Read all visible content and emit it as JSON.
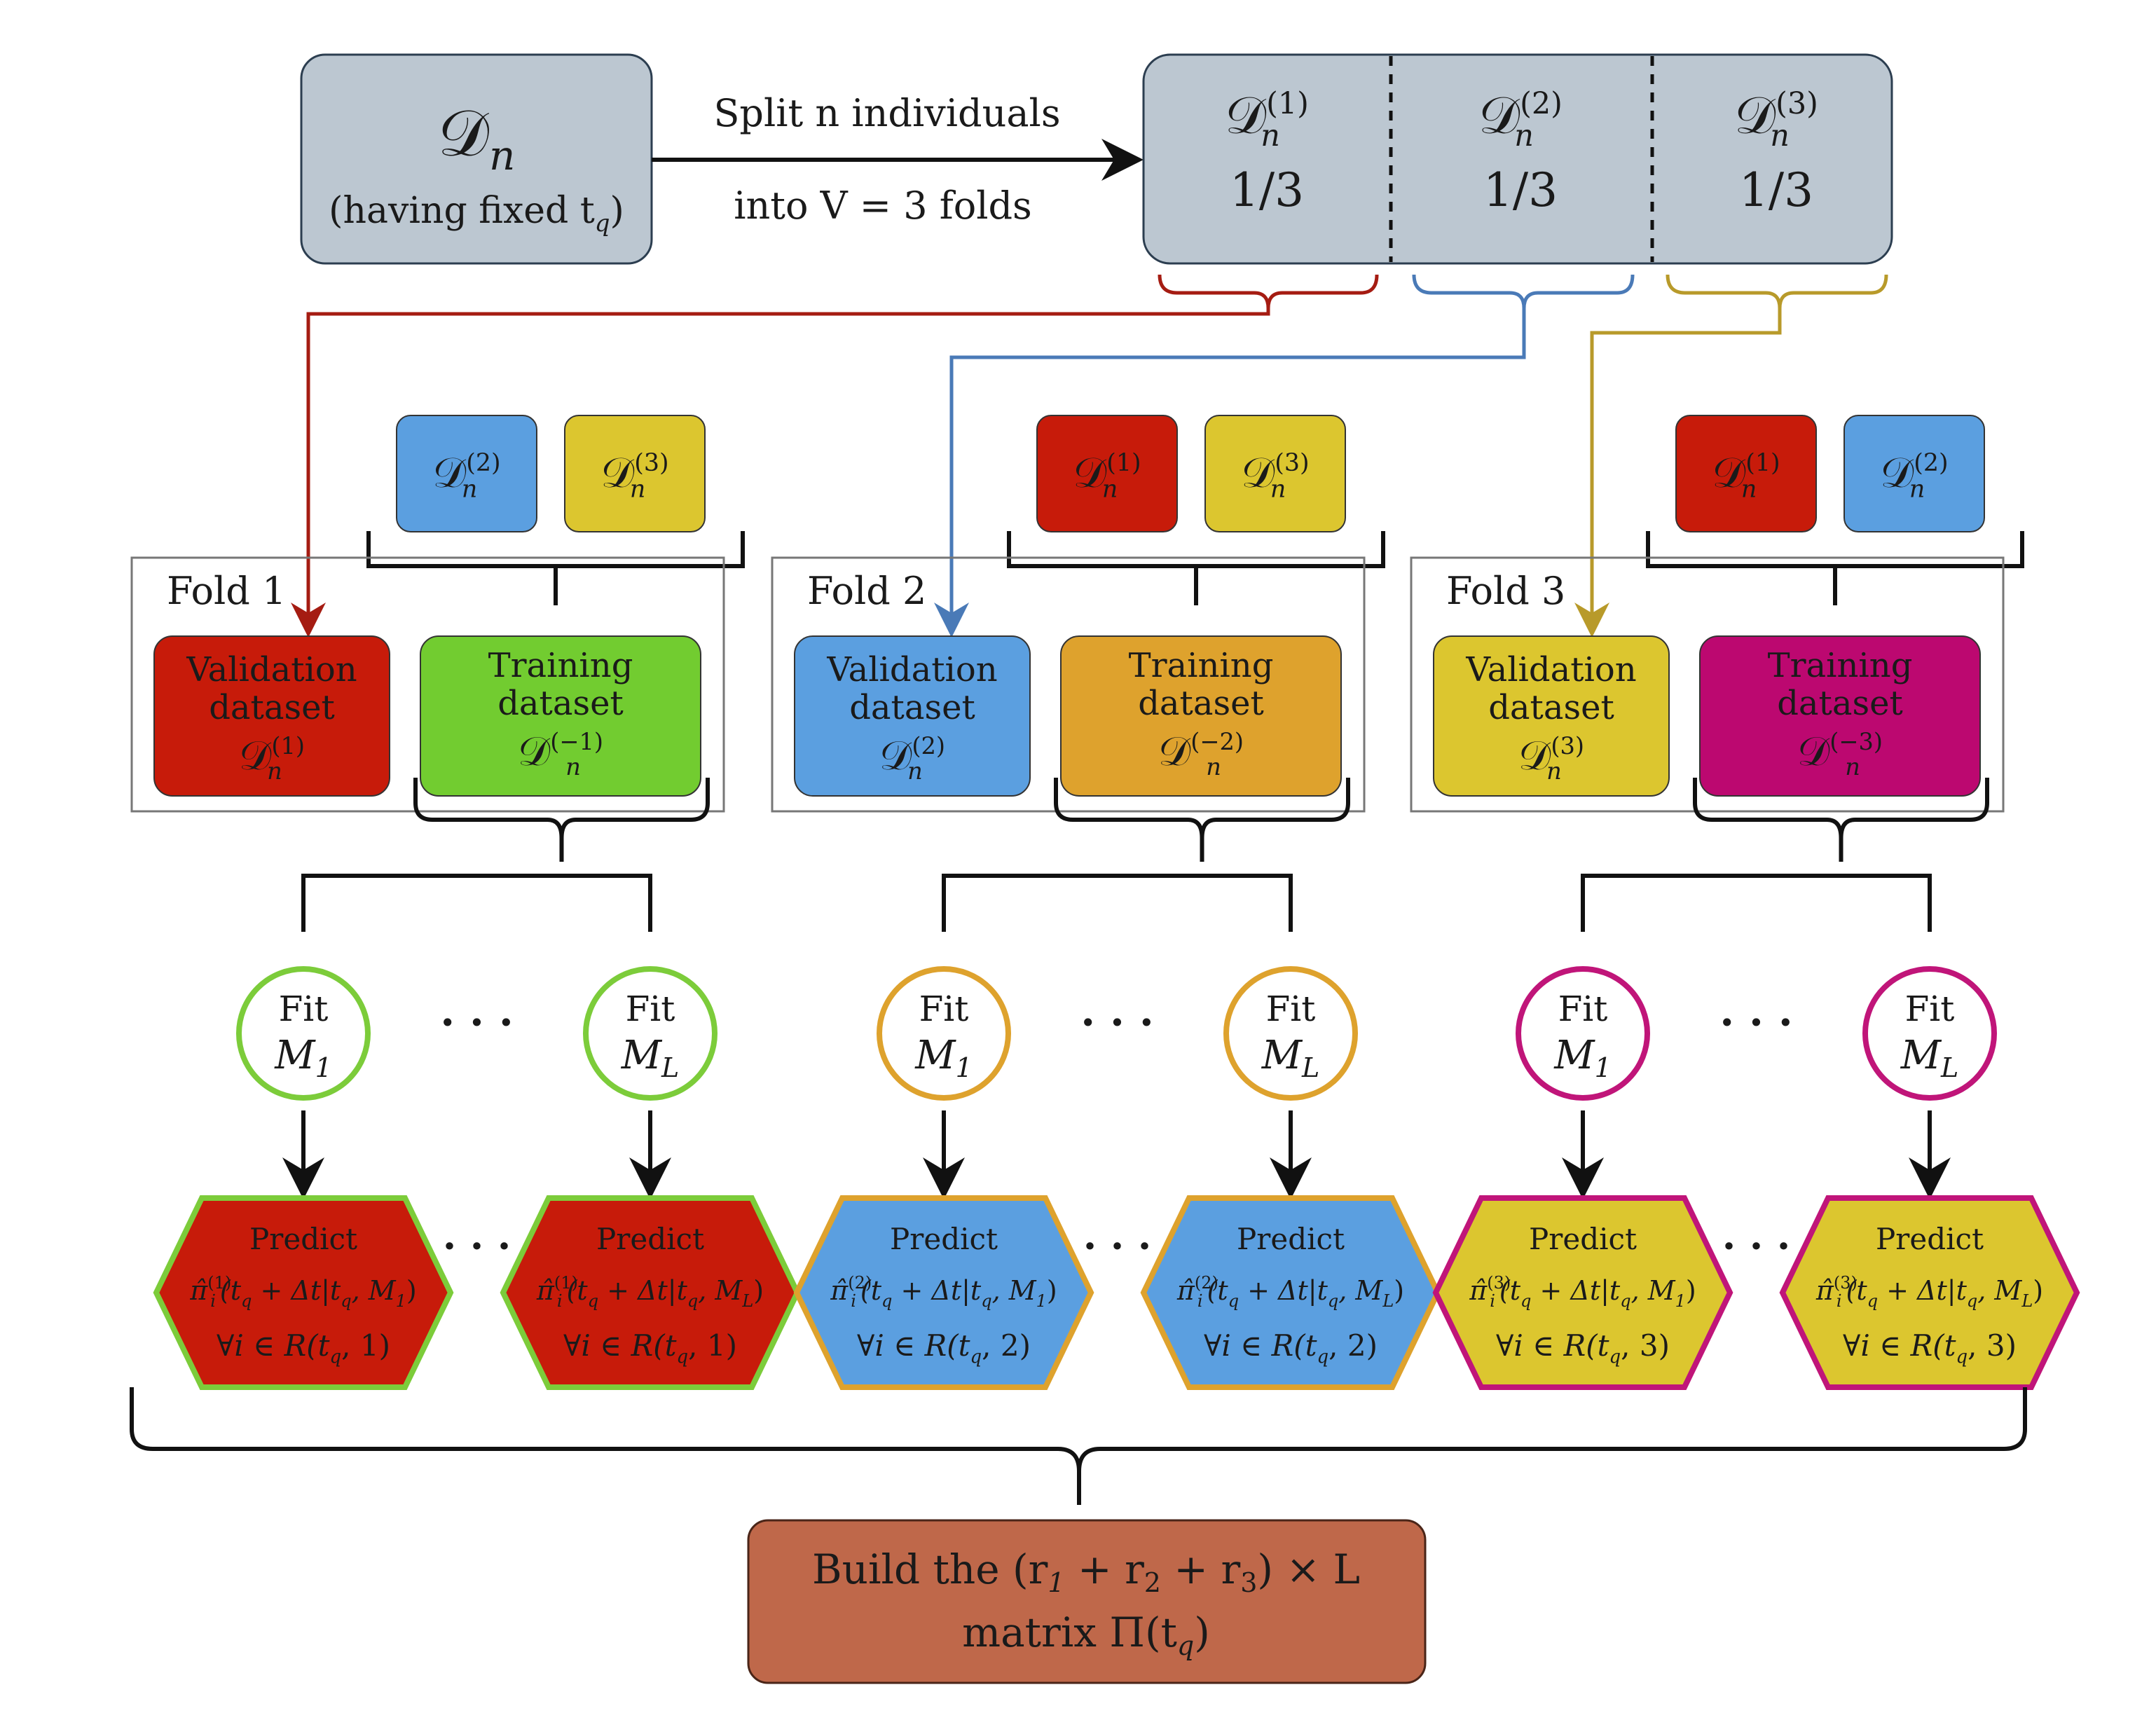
{
  "source": {
    "label": "𝒟",
    "sub": "n",
    "note": "(having fixed t",
    "note_sub": "q",
    "note_close": ")"
  },
  "split_arrow": {
    "line1": "Split n individuals",
    "line2": "into V = 3 folds"
  },
  "partitions": [
    {
      "label": "𝒟",
      "sub": "n",
      "sup": "(1)",
      "fraction": "1/3",
      "color": "#a51c12"
    },
    {
      "label": "𝒟",
      "sub": "n",
      "sup": "(2)",
      "fraction": "1/3",
      "color": "#4a7ab7"
    },
    {
      "label": "𝒟",
      "sub": "n",
      "sup": "(3)",
      "fraction": "1/3",
      "color": "#b89a2a"
    }
  ],
  "folds": [
    {
      "title": "Fold 1",
      "training_chips": [
        {
          "label": "𝒟",
          "sub": "n",
          "sup": "(2)",
          "color": "#5b9fe0"
        },
        {
          "label": "𝒟",
          "sub": "n",
          "sup": "(3)",
          "color": "#dcc62f"
        }
      ],
      "validation": {
        "line1": "Validation",
        "line2": "dataset",
        "label": "𝒟",
        "sub": "n",
        "sup": "(1)",
        "color": "#c71b0a"
      },
      "training": {
        "line1": "Training",
        "line2": "dataset",
        "label": "𝒟",
        "sub": "n",
        "sup": "(−1)",
        "color": "#72cc30"
      },
      "fit_color": "#7ccc3a",
      "fits": [
        {
          "line1": "Fit",
          "label": "M",
          "sub": "1"
        },
        {
          "line1": "Fit",
          "label": "M",
          "sub": "L"
        }
      ],
      "predict_fill": "#c71b0a",
      "predict_border": "#7ccc3a",
      "predictions": [
        {
          "title": "Predict",
          "formula": "π̂",
          "sub": "i",
          "sup": "(1)",
          "args": "(t",
          "args_sub": "q",
          "args_rest": " + Δt|t",
          "args_sub2": "q",
          "args_end": ", M",
          "model_sub": "1",
          "close": ")",
          "forall": "∀i ∈ R(t",
          "forall_sub": "q",
          "forall_end": ", 1)"
        },
        {
          "title": "Predict",
          "formula": "π̂",
          "sub": "i",
          "sup": "(1)",
          "args": "(t",
          "args_sub": "q",
          "args_rest": " + Δt|t",
          "args_sub2": "q",
          "args_end": ", M",
          "model_sub": "L",
          "close": ")",
          "forall": "∀i ∈ R(t",
          "forall_sub": "q",
          "forall_end": ", 1)"
        }
      ]
    },
    {
      "title": "Fold 2",
      "training_chips": [
        {
          "label": "𝒟",
          "sub": "n",
          "sup": "(1)",
          "color": "#c71b0a"
        },
        {
          "label": "𝒟",
          "sub": "n",
          "sup": "(3)",
          "color": "#dcc62f"
        }
      ],
      "validation": {
        "line1": "Validation",
        "line2": "dataset",
        "label": "𝒟",
        "sub": "n",
        "sup": "(2)",
        "color": "#5b9fe0"
      },
      "training": {
        "line1": "Training",
        "line2": "dataset",
        "label": "𝒟",
        "sub": "n",
        "sup": "(−2)",
        "color": "#dea22d"
      },
      "fit_color": "#dea22d",
      "fits": [
        {
          "line1": "Fit",
          "label": "M",
          "sub": "1"
        },
        {
          "line1": "Fit",
          "label": "M",
          "sub": "L"
        }
      ],
      "predict_fill": "#5b9fe0",
      "predict_border": "#dea22d",
      "predictions": [
        {
          "title": "Predict",
          "formula": "π̂",
          "sub": "i",
          "sup": "(2)",
          "args": "(t",
          "args_sub": "q",
          "args_rest": " + Δt|t",
          "args_sub2": "q",
          "args_end": ", M",
          "model_sub": "1",
          "close": ")",
          "forall": "∀i ∈ R(t",
          "forall_sub": "q",
          "forall_end": ", 2)"
        },
        {
          "title": "Predict",
          "formula": "π̂",
          "sub": "i",
          "sup": "(2)",
          "args": "(t",
          "args_sub": "q",
          "args_rest": " + Δt|t",
          "args_sub2": "q",
          "args_end": ", M",
          "model_sub": "L",
          "close": ")",
          "forall": "∀i ∈ R(t",
          "forall_sub": "q",
          "forall_end": ", 2)"
        }
      ]
    },
    {
      "title": "Fold 3",
      "training_chips": [
        {
          "label": "𝒟",
          "sub": "n",
          "sup": "(1)",
          "color": "#c71b0a"
        },
        {
          "label": "𝒟",
          "sub": "n",
          "sup": "(2)",
          "color": "#5b9fe0"
        }
      ],
      "validation": {
        "line1": "Validation",
        "line2": "dataset",
        "label": "𝒟",
        "sub": "n",
        "sup": "(3)",
        "color": "#dcc62f"
      },
      "training": {
        "line1": "Training",
        "line2": "dataset",
        "label": "𝒟",
        "sub": "n",
        "sup": "(−3)",
        "color": "#bc0870"
      },
      "fit_color": "#c01579",
      "fits": [
        {
          "line1": "Fit",
          "label": "M",
          "sub": "1"
        },
        {
          "line1": "Fit",
          "label": "M",
          "sub": "L"
        }
      ],
      "predict_fill": "#dcc62f",
      "predict_border": "#c01579",
      "predictions": [
        {
          "title": "Predict",
          "formula": "π̂",
          "sub": "i",
          "sup": "(3)",
          "args": "(t",
          "args_sub": "q",
          "args_rest": " + Δt|t",
          "args_sub2": "q",
          "args_end": ", M",
          "model_sub": "1",
          "close": ")",
          "forall": "∀i ∈ R(t",
          "forall_sub": "q",
          "forall_end": ", 3)"
        },
        {
          "title": "Predict",
          "formula": "π̂",
          "sub": "i",
          "sup": "(3)",
          "args": "(t",
          "args_sub": "q",
          "args_rest": " + Δt|t",
          "args_sub2": "q",
          "args_end": ", M",
          "model_sub": "L",
          "close": ")",
          "forall": "∀i ∈ R(t",
          "forall_sub": "q",
          "forall_end": ", 3)"
        }
      ]
    }
  ],
  "ellipsis": "· · ·",
  "result": {
    "line1_a": "Build the (r",
    "s1": "1",
    "line1_b": " + r",
    "s2": "2",
    "line1_c": " + r",
    "s3": "3",
    "line1_d": ") × L",
    "line2_a": "matrix Π(t",
    "line2_sub": "q",
    "line2_b": ")",
    "color": "#bf684a"
  },
  "colors": {
    "box_gray": "#bcc7d1",
    "line": "#111111"
  }
}
